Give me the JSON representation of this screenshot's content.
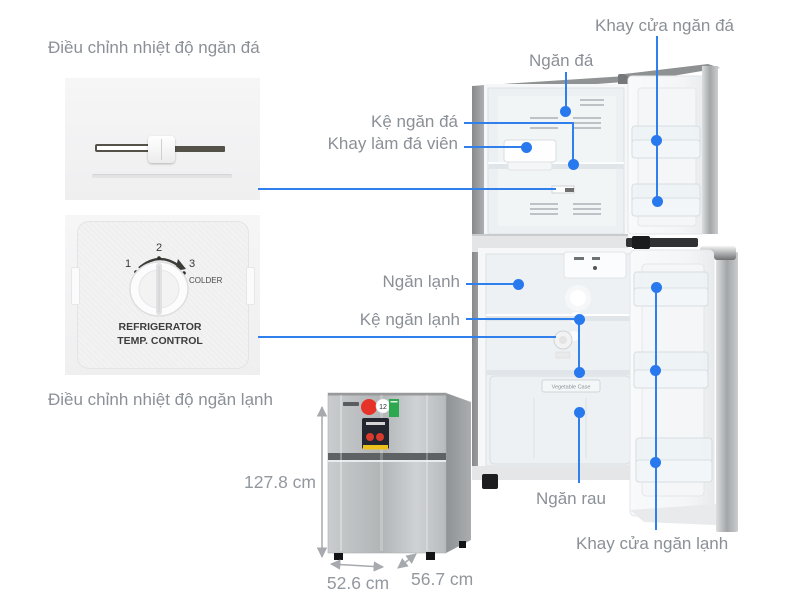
{
  "callouts": {
    "freezer_temp_adjust": "Điều chỉnh nhiệt độ ngăn đá",
    "fridge_temp_adjust": "Điều chỉnh nhiệt độ ngăn lạnh",
    "freezer_door_tray": "Khay cửa ngăn đá",
    "freezer": "Ngăn đá",
    "freezer_shelf": "Kệ ngăn đá",
    "ice_cube_tray": "Khay làm đá viên",
    "fridge": "Ngăn lạnh",
    "fridge_shelf": "Kệ ngăn lạnh",
    "vegetable_drawer": "Ngăn rau",
    "fridge_door_tray": "Khay cửa ngăn lạnh"
  },
  "temp_dial": {
    "mark_1": "1",
    "mark_2": "2",
    "mark_3": "3",
    "colder": "COLDER",
    "caption_line1": "REFRIGERATOR",
    "caption_line2": "TEMP. CONTROL"
  },
  "dimensions": {
    "height": "127.8 cm",
    "width": "52.6 cm",
    "depth": "56.7 cm"
  },
  "fridge_interior": {
    "vegetable_case": "Vegetable Case"
  },
  "small_fridge": {
    "badge": "12"
  },
  "colors": {
    "callout_line": "#2f80ec",
    "callout_dot": "#2878ee",
    "label_text": "#8b9097",
    "dimension_text": "#92989e"
  }
}
